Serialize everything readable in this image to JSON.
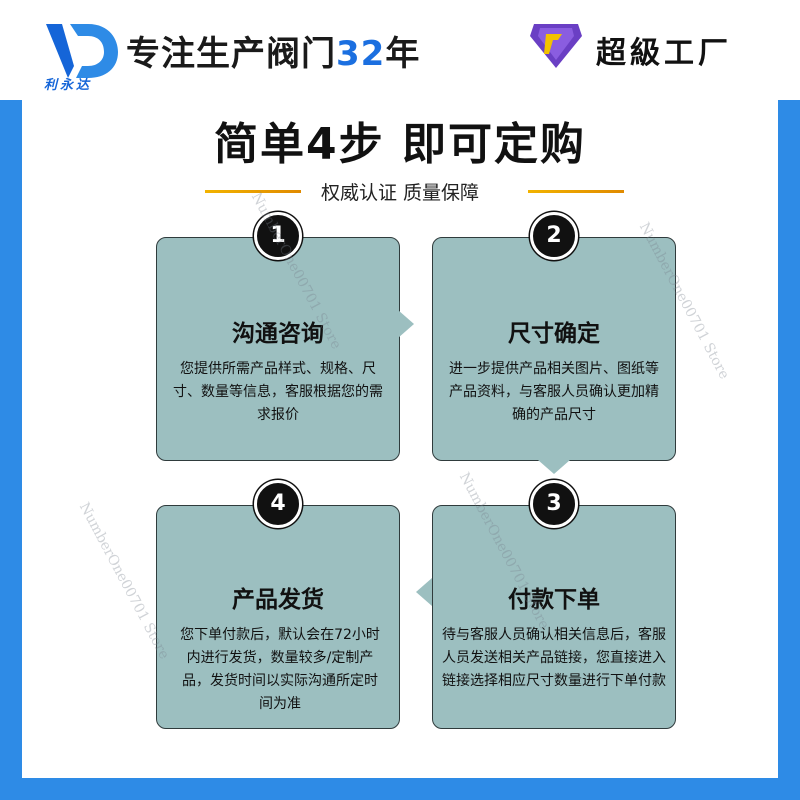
{
  "header": {
    "logo_caption": "利永达",
    "slogan_text": "专注生产阀门",
    "slogan_number": "32",
    "slogan_suffix": "年",
    "brand_name": "超級工厂"
  },
  "main": {
    "title": "简单4步 即可定购",
    "subtitle": "权威认证 质量保障"
  },
  "steps": [
    {
      "number": "1",
      "title": "沟通咨询",
      "desc": "您提供所需产品样式、规格、尺寸、数量等信息，客服根据您的需求报价"
    },
    {
      "number": "2",
      "title": "尺寸确定",
      "desc": "进一步提供产品相关图片、图纸等产品资料，与客服人员确认更加精确的产品尺寸"
    },
    {
      "number": "3",
      "title": "付款下单",
      "desc": "待与客服人员确认相关信息后，客服人员发送相关产品链接，您直接进入链接选择相应尺寸数量进行下单付款"
    },
    {
      "number": "4",
      "title": "产品发货",
      "desc": "您下单付款后，默认会在72小时内进行发货，数量较多/定制产品，发货时间以实际沟通所定时间为准"
    }
  ],
  "watermark": "NumberOne00701 Store",
  "colors": {
    "accent_blue": "#2e8be6",
    "card_bg": "#9cbfc0",
    "gold": "#f2b300"
  }
}
